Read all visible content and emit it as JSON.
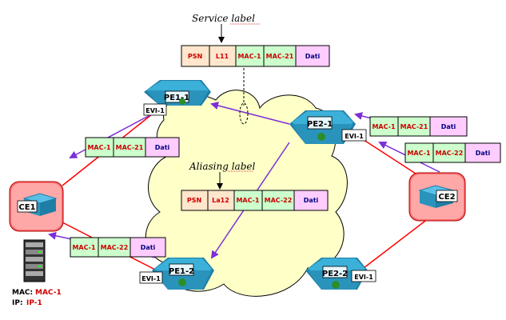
{
  "labels": {
    "service_label": "Service label",
    "aliasing_label": "Aliasing label"
  },
  "colors": {
    "link_red": "#ff0000",
    "arrow_purple": "#7b2fd6",
    "cloud_fill": "#ffffc8",
    "router_fill": "#3bb0d8",
    "psn_cell": "#ffe6cc",
    "mac_cell": "#ccffcc",
    "dati_cell": "#ffccff"
  },
  "routers": {
    "pe1_1": "PE1-1",
    "pe2_1": "PE2-1",
    "pe1_2": "PE1-2",
    "pe2_2": "PE2-2",
    "ce1": "CE1",
    "ce2": "CE2"
  },
  "evi": {
    "pe1_1": "EVI-1",
    "pe2_1": "EVI-1",
    "pe1_2": "EVI-1",
    "pe2_2": "EVI-1"
  },
  "packets": {
    "service": [
      "PSN",
      "L11",
      "MAC-1",
      "MAC-21",
      "Dati"
    ],
    "aliasing": [
      "PSN",
      "La12",
      "MAC-1",
      "MAC-22",
      "Dati"
    ],
    "right_top": [
      "MAC-1",
      "MAC-21",
      "Dati"
    ],
    "right_bottom": [
      "MAC-1",
      "MAC-22",
      "Dati"
    ],
    "left_top": [
      "MAC-1",
      "MAC-21",
      "Dati"
    ],
    "left_bottom": [
      "MAC-1",
      "MAC-22",
      "Dati"
    ]
  },
  "host": {
    "mac_key": "MAC:",
    "mac_val": "MAC-1",
    "ip_key": "IP:",
    "ip_val": "IP-1"
  }
}
